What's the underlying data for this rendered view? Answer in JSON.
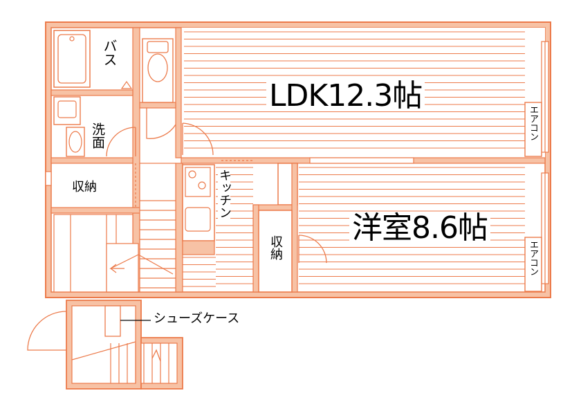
{
  "colors": {
    "wall": "#f7c2a5",
    "line": "#ec7a4a",
    "floor_lines": "#ec7a4a",
    "background": "#ffffff",
    "text": "#000000"
  },
  "rooms": {
    "ldk": "LDK12.3帖",
    "western_room": "洋室8.6帖",
    "bath": "バス",
    "washroom": "洗面",
    "storage_left": "収納",
    "storage_center": "収納",
    "kitchen": "キッチン",
    "aircon_ldk": "エアコン",
    "aircon_western": "エアコン",
    "shoe_case": "シューズケース"
  }
}
